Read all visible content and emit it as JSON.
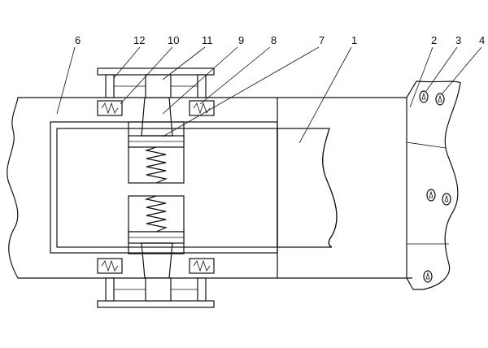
{
  "diagram": {
    "callouts": [
      {
        "id": "c6",
        "label": "6"
      },
      {
        "id": "c12",
        "label": "12"
      },
      {
        "id": "c10",
        "label": "10"
      },
      {
        "id": "c11",
        "label": "11"
      },
      {
        "id": "c9",
        "label": "9"
      },
      {
        "id": "c8",
        "label": "8"
      },
      {
        "id": "c7",
        "label": "7"
      },
      {
        "id": "c1",
        "label": "1"
      },
      {
        "id": "c2",
        "label": "2"
      },
      {
        "id": "c3",
        "label": "3"
      },
      {
        "id": "c4",
        "label": "4"
      }
    ]
  }
}
